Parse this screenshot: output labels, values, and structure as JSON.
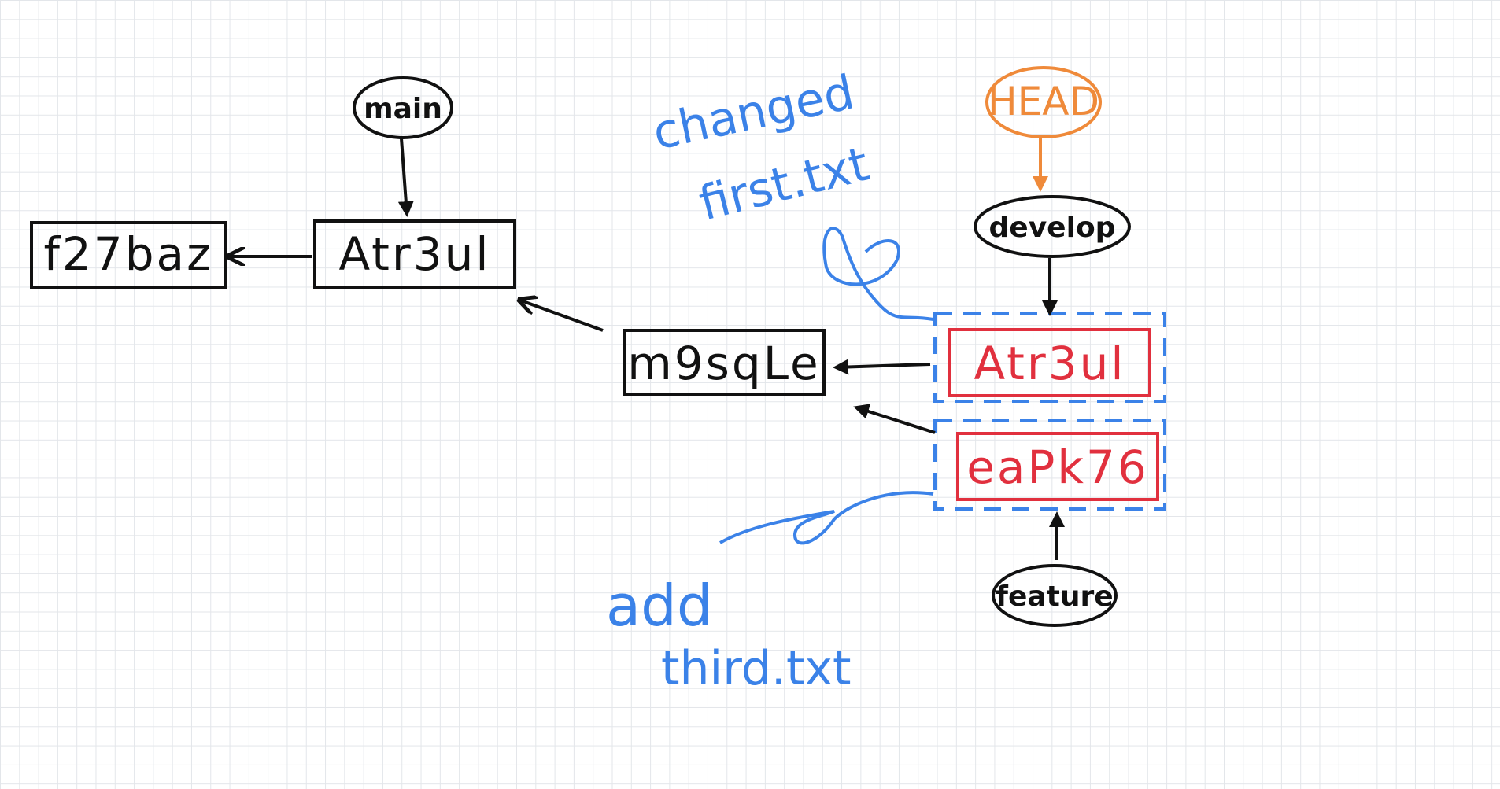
{
  "commits": [
    {
      "id": "commit-f27baz",
      "label": "f27baz"
    },
    {
      "id": "commit-atr3ul-main",
      "label": "Atr3ul"
    },
    {
      "id": "commit-m9sqle",
      "label": "m9sqLe"
    },
    {
      "id": "commit-atr3ul-develop",
      "label": "Atr3ul"
    },
    {
      "id": "commit-eapk76",
      "label": "eaPk76"
    }
  ],
  "refs": {
    "main": "main",
    "head": "HEAD",
    "develop": "develop",
    "feature": "feature"
  },
  "notes": {
    "changed_line1": "changed",
    "changed_line2": "first.txt",
    "add_line1": "add",
    "add_line2": "third.txt"
  },
  "colors": {
    "ink": "#111111",
    "new_commit": "#e1303e",
    "annotation": "#3b82e8",
    "head": "#ef8a3a",
    "grid": "#e3e6ea"
  }
}
